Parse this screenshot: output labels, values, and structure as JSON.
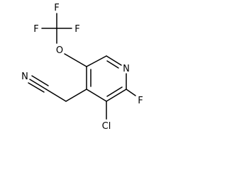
{
  "molecule": {
    "atoms": {
      "f_top": "F",
      "f_left": "F",
      "f_right": "F",
      "o": "O",
      "n_ring": "N",
      "n_nitrile": "N",
      "f_ring": "F",
      "cl": "Cl"
    }
  }
}
